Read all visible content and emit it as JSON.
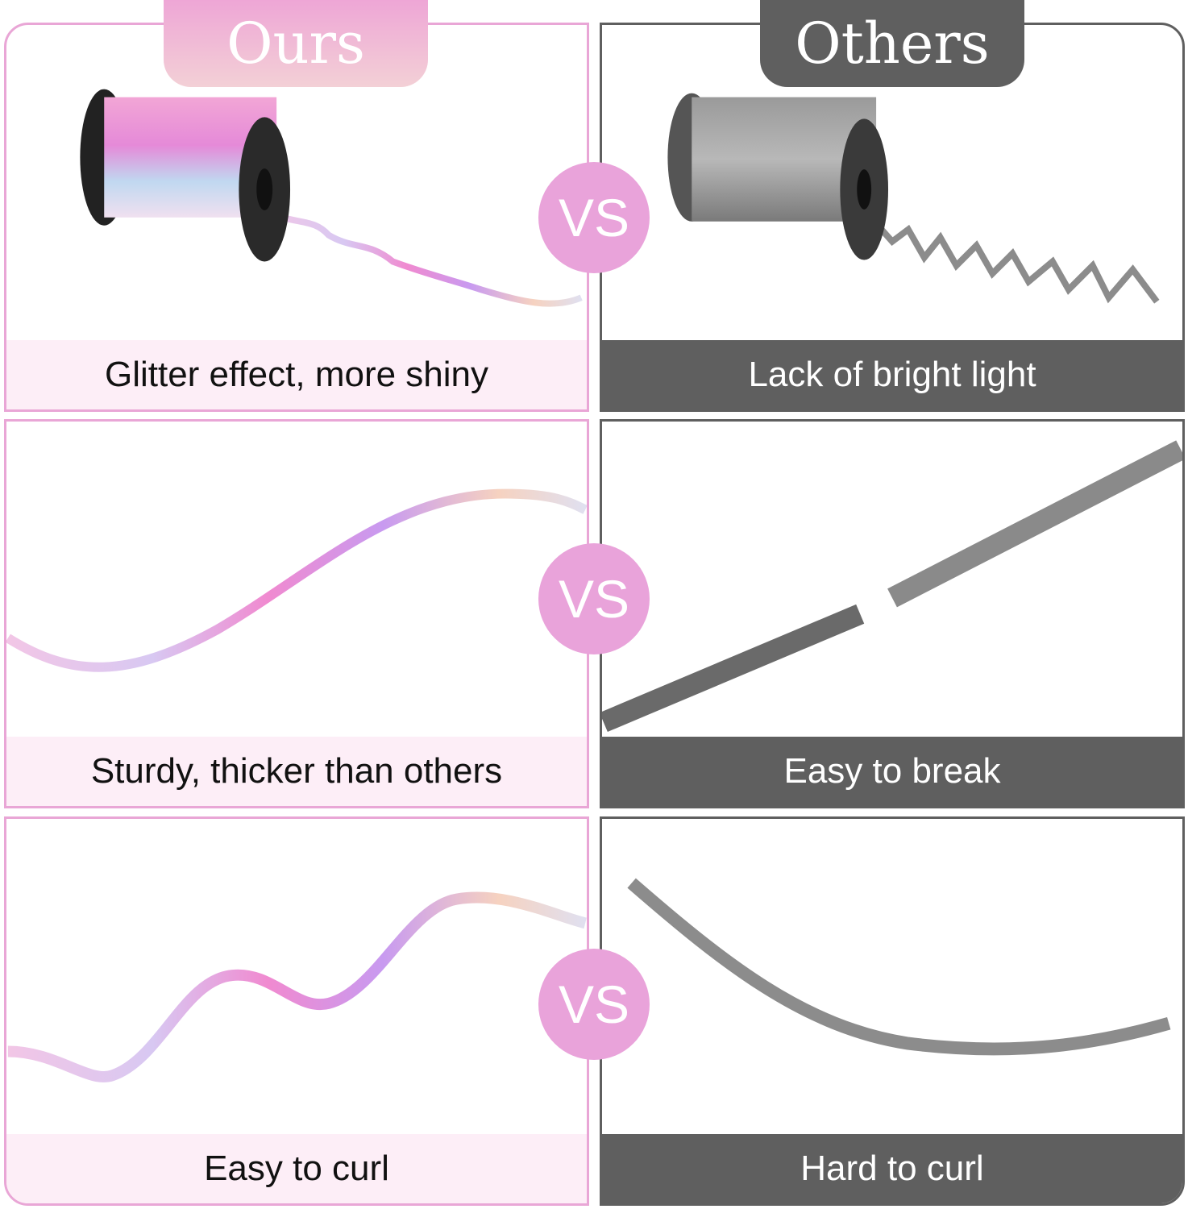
{
  "headers": {
    "ours": "Ours",
    "others": "Others"
  },
  "vs_label": "VS",
  "rows": [
    {
      "ours": "Glitter effect, more shiny",
      "others": "Lack of bright light"
    },
    {
      "ours": "Sturdy, thicker than others",
      "others": "Easy to break"
    },
    {
      "ours": "Easy to curl",
      "others": "Hard to curl"
    }
  ],
  "colors": {
    "pink": "#e9a3da",
    "gray": "#5f5f5f",
    "pink_bg": "#fdeef7"
  }
}
